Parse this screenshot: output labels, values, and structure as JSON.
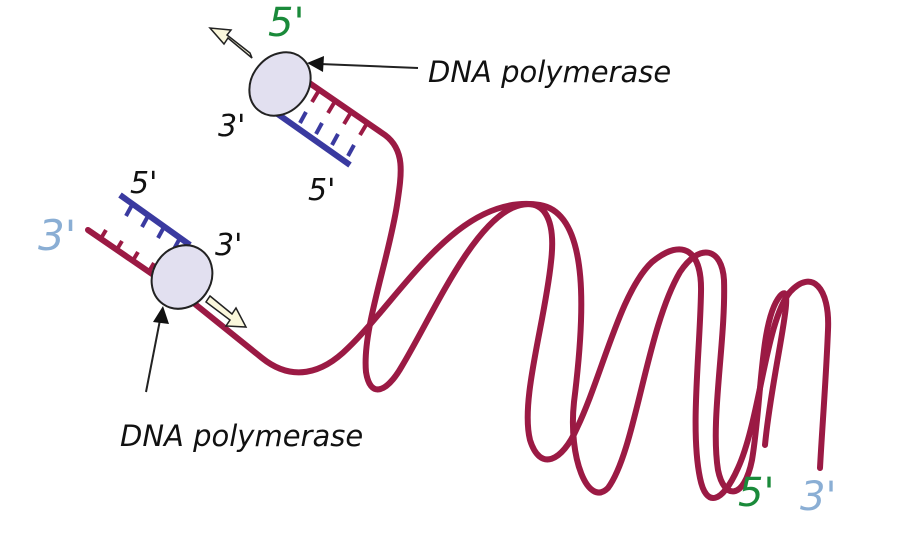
{
  "labels": {
    "polymerase_top": "DNA polymerase",
    "polymerase_bottom": "DNA polymerase",
    "top_5prime_green": "5'",
    "top_3prime": "3'",
    "top_5prime_primer": "5'",
    "left_5prime_primer": "5'",
    "left_3prime_blue": "3'",
    "left_3prime": "3'",
    "end_5prime_green": "5'",
    "end_3prime_blue": "3'"
  },
  "colors": {
    "template_strand": "#9b1a44",
    "new_strand": "#3a3aa0",
    "polymerase_fill": "#e2e0f0",
    "arrow_fill": "#fbf8dc",
    "green_label": "#1a8a3a",
    "blue_label": "#8aaed4"
  }
}
